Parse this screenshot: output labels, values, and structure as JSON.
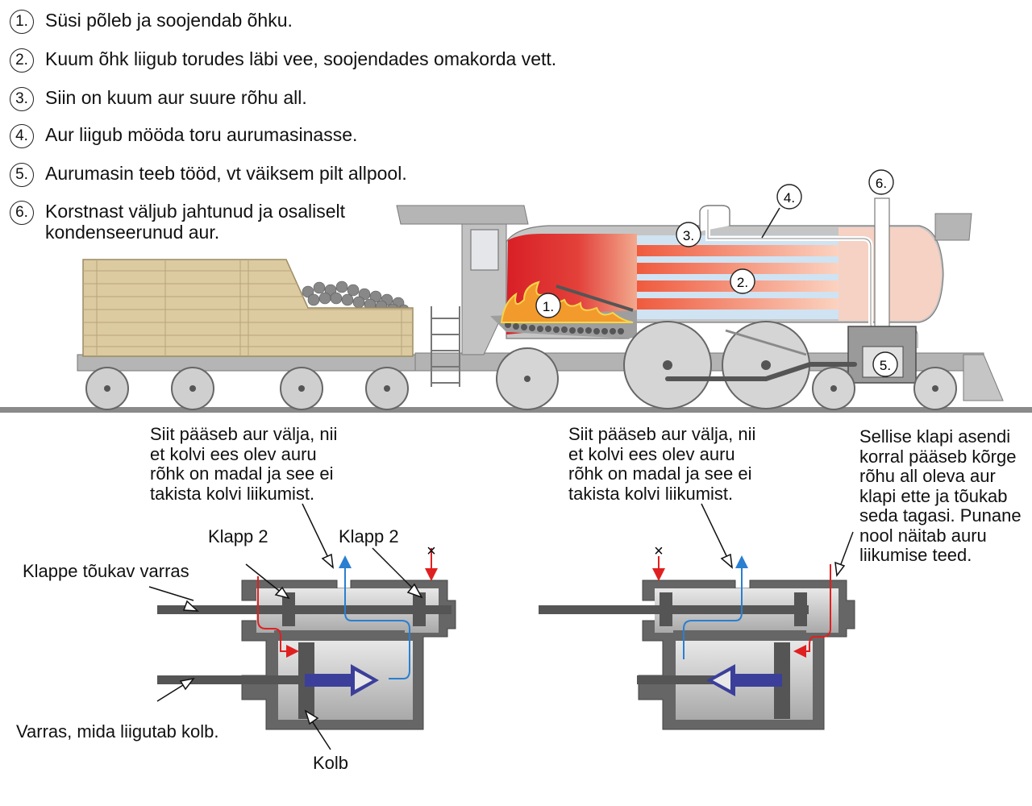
{
  "legend": [
    {
      "num": "1.",
      "text": "Süsi põleb ja soojendab õhku."
    },
    {
      "num": "2.",
      "text": "Kuum õhk liigub torudes läbi vee, soojendades omakorda vett."
    },
    {
      "num": "3.",
      "text": "Siin on kuum aur suure rõhu all."
    },
    {
      "num": "4.",
      "text": "Aur liigub mööda toru aurumasinasse."
    },
    {
      "num": "5.",
      "text": "Aurumasin teeb tööd, vt väiksem pilt allpool."
    },
    {
      "num": "6.",
      "text": "Korstnast väljub jahtunud ja osaliselt\nkondenseerunud aur."
    }
  ],
  "markers": {
    "m1": "1.",
    "m2": "2.",
    "m3": "3.",
    "m4": "4.",
    "m5": "5.",
    "m6": "6."
  },
  "left_diagram": {
    "exhaust_note": "Siit pääseb aur välja, nii\net kolvi ees olev auru\nrõhk on madal ja see ei\ntakista kolvi liikumist.",
    "valve_label_1": "Klapp 2",
    "valve_label_2": "Klapp 2",
    "rod_label": "Klappe tõukav varras",
    "piston_rod_label": "Varras, mida liigutab kolb.",
    "piston_label": "Kolb",
    "blocked_mark": "×"
  },
  "right_diagram": {
    "exhaust_note": "Siit pääseb aur välja, nii\net kolvi ees olev auru\nrõhk on madal ja see ei\ntakista kolvi liikumist.",
    "valve_note": "Sellise klapi asendi\nkorral pääseb kõrge\nrõhu all oleva aur\nklapi ette ja tõukab\nseda tagasi. Punane\nnool näitab auru\nliikumise teed.",
    "blocked_mark": "×"
  },
  "colors": {
    "steam_in": "#e02020",
    "steam_out": "#2a7fd0",
    "piston_arrow": "#3b3f9a",
    "fire": "#d81f26",
    "metal": "#b3b3b3",
    "wood": "#d9c79f"
  }
}
